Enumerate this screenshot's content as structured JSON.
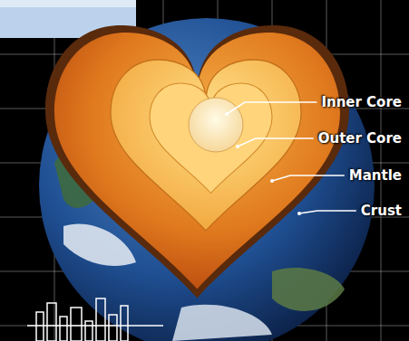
{
  "diagram": {
    "labels": [
      "Inner Core",
      "Outer Core",
      "Mantle",
      "Crust"
    ]
  }
}
